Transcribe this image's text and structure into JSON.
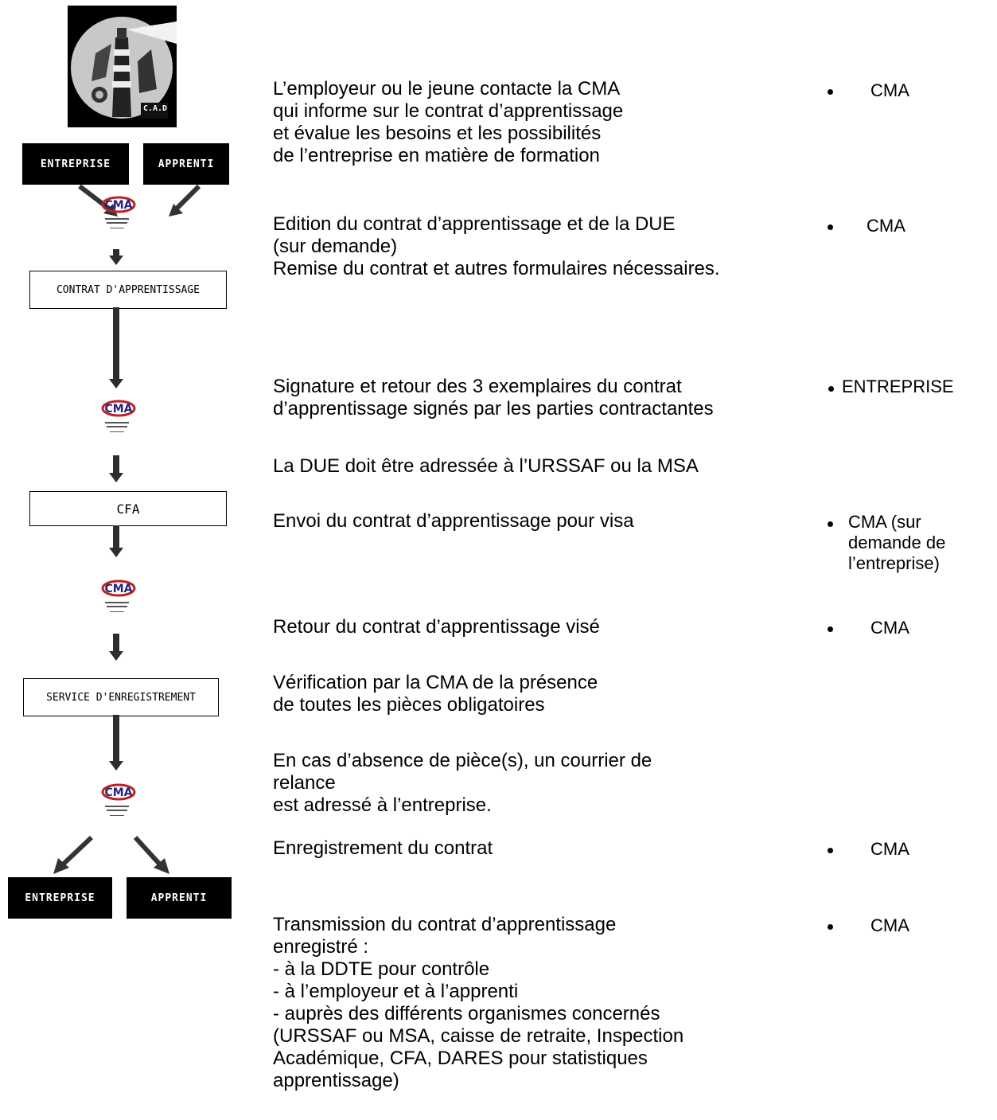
{
  "flow": {
    "top_entreprise": "ENTREPRISE",
    "top_apprenti": "APPRENTI",
    "box_contrat": "CONTRAT D'APPRENTISSAGE",
    "box_cfa": "CFA",
    "box_service": "SERVICE D'ENREGISTREMENT",
    "bottom_entreprise": "ENTREPRISE",
    "bottom_apprenti": "APPRENTI",
    "cad_logo_text": "C.A.D",
    "cma_logo_text": "CMA"
  },
  "steps": [
    {
      "text": "L’employeur ou le jeune contacte la CMA\nqui informe sur le contrat d’apprentissage\net évalue les besoins et les possibilités\nde l’entreprise en matière de formation",
      "actor": "CMA"
    },
    {
      "text": "Edition du contrat d’apprentissage et de la DUE\n(sur demande)",
      "actor": "CMA"
    },
    {
      "text": "Remise du contrat et autres formulaires nécessaires."
    },
    {
      "text": "Signature et retour des 3 exemplaires du contrat\nd’apprentissage signés par les parties contractantes",
      "actor": "ENTREPRISE"
    },
    {
      "text": "La DUE doit être adressée à l’URSSAF ou la MSA"
    },
    {
      "text": "Envoi du contrat d’apprentissage pour visa",
      "actor": "CMA (sur\ndemande de\nl’entreprise)"
    },
    {
      "text": "Retour du contrat d’apprentissage visé",
      "actor": "CMA"
    },
    {
      "text": "Vérification par la CMA de la présence\nde toutes les pièces obligatoires"
    },
    {
      "text": "En cas d’absence de pièce(s), un courrier de\nrelance\nest adressé à l’entreprise."
    },
    {
      "text": "Enregistrement du contrat",
      "actor": "CMA"
    },
    {
      "text": "Transmission du contrat d’apprentissage\nenregistré :\n- à la DDTE pour contrôle\n- à l’employeur et à l’apprenti\n- auprès des différents organismes concernés\n(URSSAF ou MSA, caisse de retraite, Inspection\nAcadémique, CFA, DARES pour statistiques\napprentissage)",
      "actor": "CMA"
    }
  ]
}
